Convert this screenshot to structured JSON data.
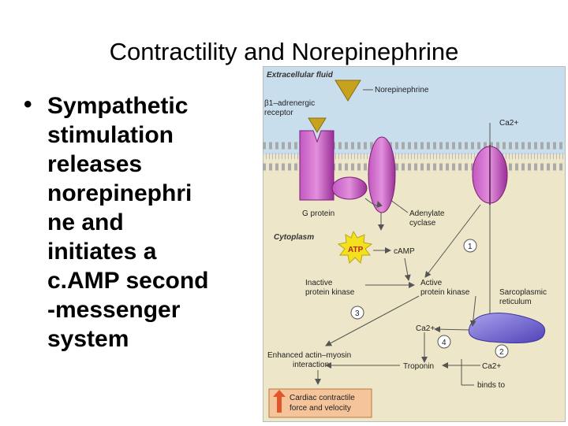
{
  "slide": {
    "title": "Contractility and Norepinephrine",
    "bullet": "Sympathetic\nstimulation\nreleases\nnorepinephri\nne and\ninitiates a\nc.AMP second\n-messenger\nsystem"
  },
  "diagram": {
    "extracellular_label": "Extracellular fluid",
    "norepinephrine_label": "Norepinephrine",
    "receptor_label_1": "β1–adrenergic",
    "receptor_label_2": "receptor",
    "ca_top": "Ca2+",
    "gprotein_label": "G protein",
    "adenylate_1": "Adenylate",
    "adenylate_2": "cyclase",
    "cytoplasm_label": "Cytoplasm",
    "atp_label": "ATP",
    "camp_label": "cAMP",
    "step1": "1",
    "inactive_pk_1": "Inactive",
    "inactive_pk_2": "protein kinase",
    "active_pk_1": "Active",
    "active_pk_2": "protein kinase",
    "sr_1": "Sarcoplasmic",
    "sr_2": "reticulum",
    "step3": "3",
    "ca_mid": "Ca2+",
    "step4": "4",
    "step2": "2",
    "enhanced_1": "Enhanced actin–myosin",
    "enhanced_2": "interaction",
    "troponin_label": "Troponin",
    "ca_bottom": "Ca2+",
    "binds_to": "binds to",
    "result_1": "Cardiac contractile",
    "result_2": "force and velocity"
  },
  "colors": {
    "extracellular_bg": "#c9deec",
    "cytoplasm_bg": "#eee6c8",
    "protein_purple": "#b23ab0",
    "ligand_gold": "#c7a21f",
    "atp_yellow": "#f3e11e",
    "sr_violet": "#6d5fd0",
    "result_box": "#f5c49a",
    "arrow_up": "#e2552a"
  }
}
